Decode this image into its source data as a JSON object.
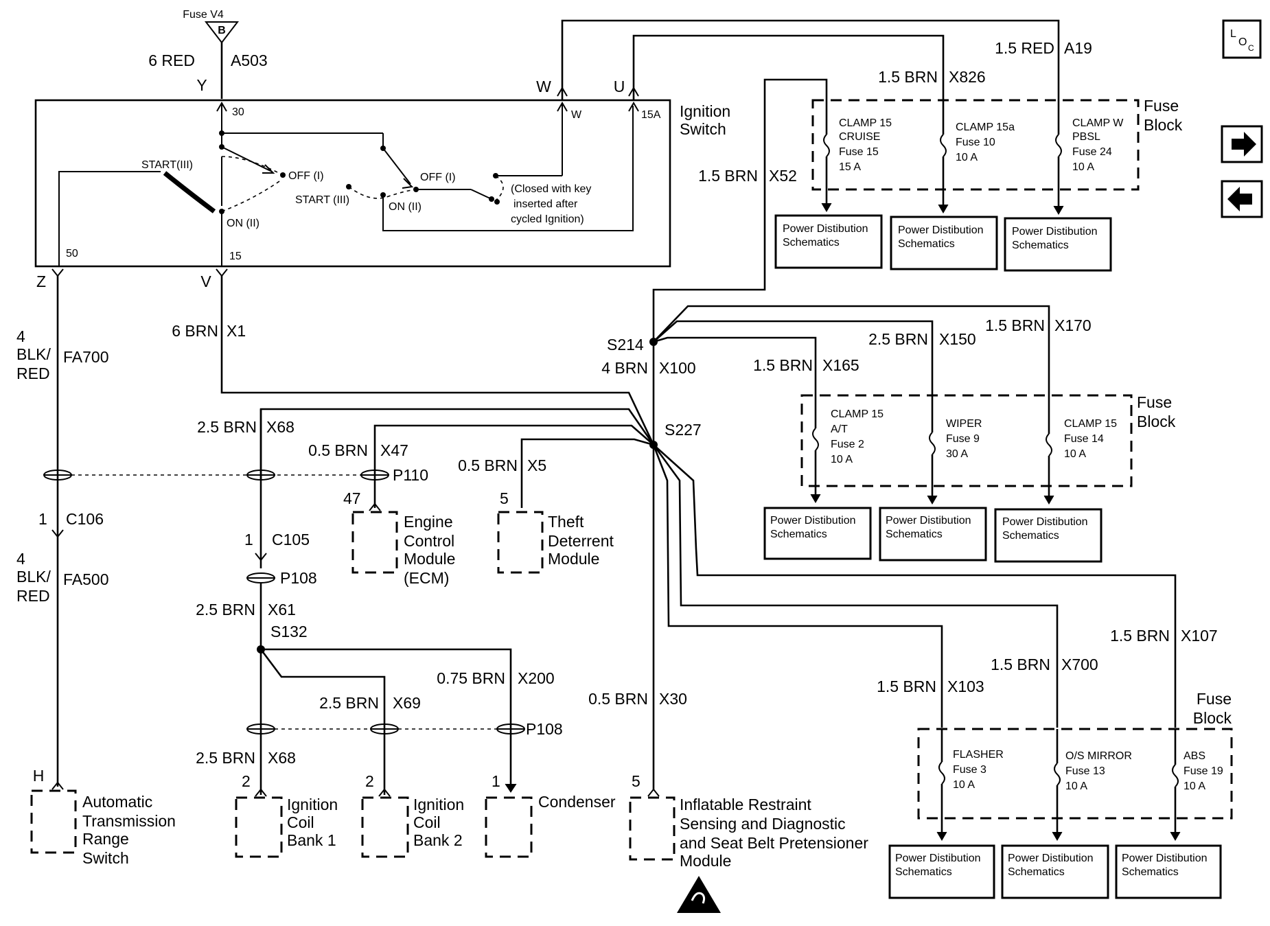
{
  "fuse_source": {
    "name": "Fuse V4",
    "letter": "B"
  },
  "ignition_switch": {
    "title": [
      "Ignition",
      "Switch"
    ],
    "terminals": {
      "t30": "30",
      "t50": "50",
      "t15": "15",
      "tW": "W",
      "t15A": "15A"
    },
    "positions": {
      "start": "START(III)",
      "off": "OFF (I)",
      "on": "ON (II)",
      "start2": "START (III)",
      "off2": "OFF (I)",
      "on2": "ON (II)"
    },
    "note": [
      "(Closed with key",
      "inserted after",
      "cycled Ignition)"
    ]
  },
  "pins": {
    "y": "Y",
    "w": "W",
    "u": "U",
    "z": "Z",
    "v": "V",
    "h": "H"
  },
  "wires": {
    "a503": {
      "gauge": "6 RED",
      "circuit": "A503"
    },
    "a19": {
      "gauge": "1.5 RED",
      "circuit": "A19"
    },
    "x826": {
      "gauge": "1.5 BRN",
      "circuit": "X826"
    },
    "x52": {
      "gauge": "1.5 BRN",
      "circuit": "X52"
    },
    "fa700": {
      "gauge": [
        "4",
        "BLK/",
        "RED"
      ],
      "circuit": "FA700"
    },
    "fa500": {
      "gauge": [
        "4",
        "BLK/",
        "RED"
      ],
      "circuit": "FA500"
    },
    "x1": {
      "gauge": "6 BRN",
      "circuit": "X1"
    },
    "x100": {
      "gauge": "4 BRN",
      "circuit": "X100"
    },
    "x165": {
      "gauge": "1.5 BRN",
      "circuit": "X165"
    },
    "x150": {
      "gauge": "2.5 BRN",
      "circuit": "X150"
    },
    "x170": {
      "gauge": "1.5 BRN",
      "circuit": "X170"
    },
    "x68a": {
      "gauge": "2.5 BRN",
      "circuit": "X68"
    },
    "x47": {
      "gauge": "0.5 BRN",
      "circuit": "X47"
    },
    "x5": {
      "gauge": "0.5 BRN",
      "circuit": "X5"
    },
    "x61": {
      "gauge": "2.5 BRN",
      "circuit": "X61"
    },
    "x200": {
      "gauge": "0.75 BRN",
      "circuit": "X200"
    },
    "x69": {
      "gauge": "2.5 BRN",
      "circuit": "X69"
    },
    "x68b": {
      "gauge": "2.5 BRN",
      "circuit": "X68"
    },
    "x30": {
      "gauge": "0.5 BRN",
      "circuit": "X30"
    },
    "x103": {
      "gauge": "1.5 BRN",
      "circuit": "X103"
    },
    "x700": {
      "gauge": "1.5 BRN",
      "circuit": "X700"
    },
    "x107": {
      "gauge": "1.5 BRN",
      "circuit": "X107"
    }
  },
  "splices": {
    "s214": "S214",
    "s227": "S227",
    "s132": "S132"
  },
  "connectors": {
    "c106": {
      "pin": "1",
      "name": "C106"
    },
    "c105": {
      "pin": "1",
      "name": "C105"
    },
    "p110": "P110",
    "p108a": "P108",
    "p108b": "P108"
  },
  "fuse_blocks": {
    "label": [
      "Fuse",
      "Block"
    ],
    "top": [
      {
        "lines": [
          "CLAMP 15",
          "CRUISE",
          "Fuse 15",
          "15 A"
        ]
      },
      {
        "lines": [
          "CLAMP 15a",
          "Fuse 10",
          "10 A"
        ]
      },
      {
        "lines": [
          "CLAMP W",
          "PBSL",
          "Fuse 24",
          "10 A"
        ]
      }
    ],
    "middle": [
      {
        "lines": [
          "CLAMP 15",
          "A/T",
          "Fuse 2",
          "10 A"
        ]
      },
      {
        "lines": [
          "WIPER",
          "Fuse 9",
          "30 A"
        ]
      },
      {
        "lines": [
          "CLAMP 15",
          "Fuse 14",
          "10 A"
        ]
      }
    ],
    "bottom": [
      {
        "lines": [
          "FLASHER",
          "Fuse 3",
          "10 A"
        ]
      },
      {
        "lines": [
          "O/S MIRROR",
          "Fuse 13",
          "10 A"
        ]
      },
      {
        "lines": [
          "ABS",
          "Fuse 19",
          "10 A"
        ]
      }
    ]
  },
  "power_dist": [
    "Power Distibution",
    "Schematics"
  ],
  "components": {
    "ecm": {
      "pin": "47",
      "name": [
        "Engine",
        "Control",
        "Module",
        "(ECM)"
      ]
    },
    "theft": {
      "pin": "5",
      "name": [
        "Theft",
        "Deterrent",
        "Module"
      ]
    },
    "trans": {
      "pin": "H",
      "name": [
        "Automatic",
        "Transmission",
        "Range",
        "Switch"
      ]
    },
    "coil1": {
      "pin": "2",
      "name": [
        "Ignition",
        "Coil",
        "Bank 1"
      ]
    },
    "coil2": {
      "pin": "2",
      "name": [
        "Ignition",
        "Coil",
        "Bank 2"
      ]
    },
    "condenser": {
      "pin": "1",
      "name": [
        "Condenser"
      ]
    },
    "airbag": {
      "pin": "5",
      "name": [
        "Inflatable Restraint",
        "Sensing and Diagnostic",
        "and Seat Belt Pretensioner",
        "Module"
      ]
    }
  },
  "nav": {
    "loc_label": [
      "L",
      "O",
      "C"
    ],
    "next_icon": "arrow-right-icon",
    "prev_icon": "arrow-left-icon"
  }
}
